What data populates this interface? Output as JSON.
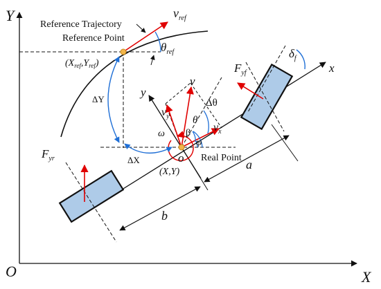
{
  "axes": {
    "y": "Y",
    "x": "X",
    "origin": "O"
  },
  "labels": {
    "reference_trajectory": "Reference Trajectory",
    "reference_point": "Reference Point",
    "real_point": "Real Point",
    "ref_coords": "(X_ref, Y_ref)",
    "real_coords": "(X,Y)",
    "o": "o",
    "x": "x",
    "y": "y",
    "v": "v",
    "vx": "v_x",
    "vy": "v_y",
    "vref": "v_ref",
    "theta": "θ",
    "theta_ref": "θ_ref",
    "delta_theta": "Δθ",
    "beta": "β",
    "phi": "φ",
    "omega": "ω",
    "delta_x": "ΔX",
    "delta_y": "ΔY",
    "a": "a",
    "b": "b",
    "fyf": "F_yf",
    "fyr": "F_yr",
    "delta_f": "δ_f"
  },
  "colors": {
    "vector_red": "#e00000",
    "angle_blue": "#1f6fd6",
    "body_fill": "#aecbe8",
    "point_fill": "#f2b64a",
    "line": "#111111"
  }
}
